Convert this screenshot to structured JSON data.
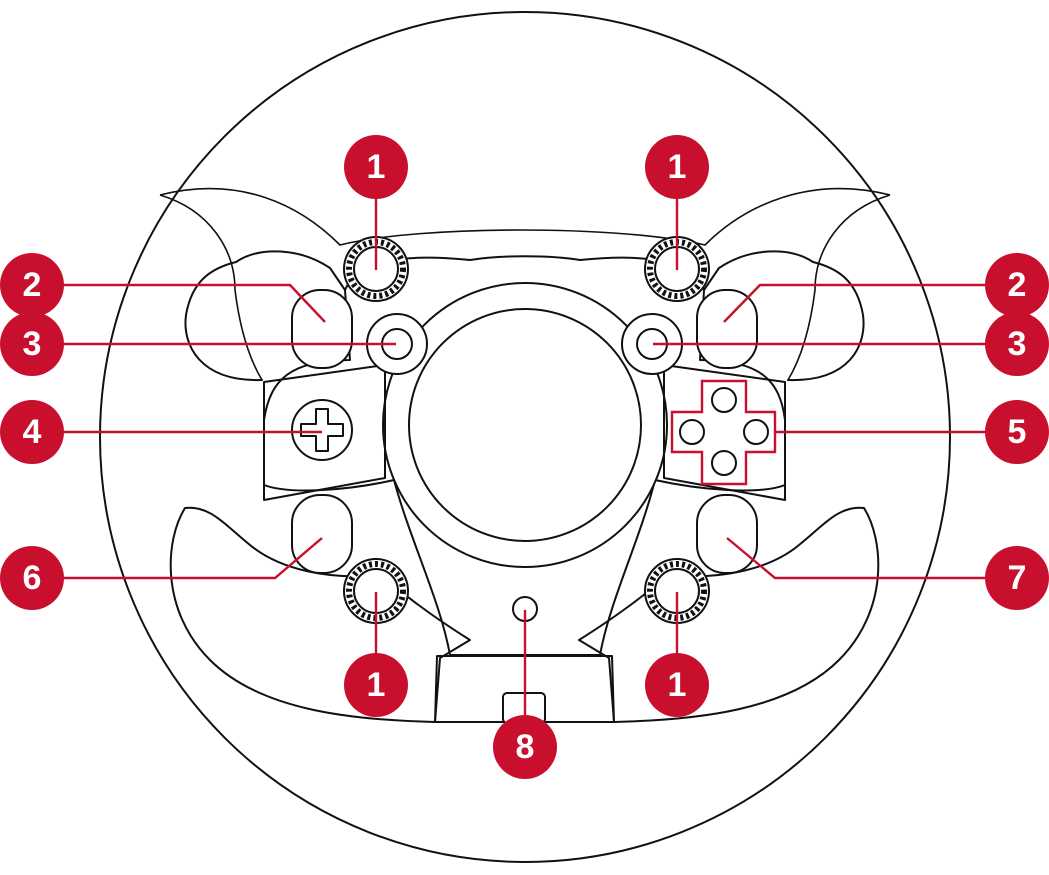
{
  "colors": {
    "accent": "#c8102e",
    "outline": "#111111",
    "background": "#ffffff"
  },
  "callouts": [
    {
      "id": "c1-top-left",
      "label": "1"
    },
    {
      "id": "c1-top-right",
      "label": "1"
    },
    {
      "id": "c2-left",
      "label": "2"
    },
    {
      "id": "c2-right",
      "label": "2"
    },
    {
      "id": "c3-left",
      "label": "3"
    },
    {
      "id": "c3-right",
      "label": "3"
    },
    {
      "id": "c4",
      "label": "4"
    },
    {
      "id": "c5",
      "label": "5"
    },
    {
      "id": "c6",
      "label": "6"
    },
    {
      "id": "c7",
      "label": "7"
    },
    {
      "id": "c1-bottom-left",
      "label": "1"
    },
    {
      "id": "c1-bottom-right",
      "label": "1"
    },
    {
      "id": "c8",
      "label": "8"
    }
  ]
}
